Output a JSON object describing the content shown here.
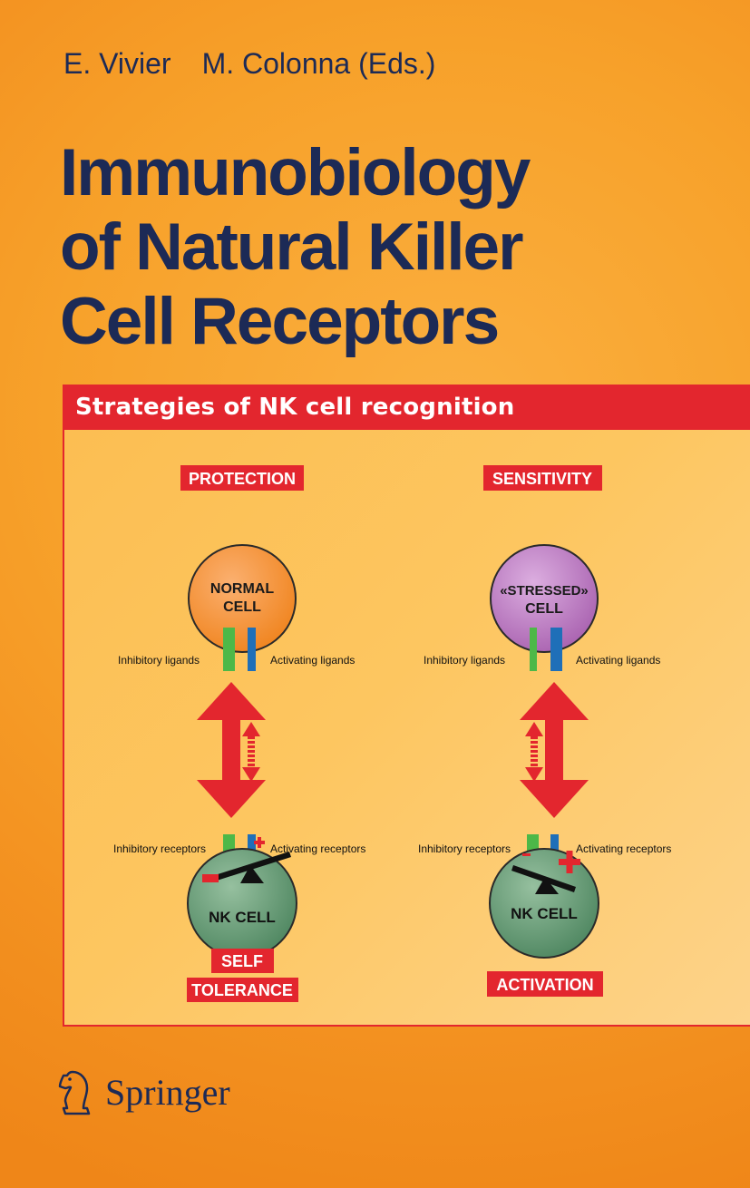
{
  "editors": [
    "E. Vivier",
    "M. Colonna (Eds.)"
  ],
  "title_lines": [
    "Immunobiology",
    "of Natural Killer",
    "Cell Receptors"
  ],
  "figure": {
    "header": "Strategies of NK cell recognition",
    "left": {
      "top_label": "PROTECTION",
      "cell_lines": [
        "NORMAL",
        "CELL"
      ],
      "inhibitory_ligands": "Inhibitory ligands",
      "activating_ligands": "Activating ligands",
      "inhibitory_receptors": "Inhibitory receptors",
      "activating_receptors": "Activating receptors",
      "nk_label": "NK CELL",
      "outcome_lines": [
        "SELF",
        "TOLERANCE"
      ]
    },
    "right": {
      "top_label": "SENSITIVITY",
      "cell_lines": [
        "«STRESSED»",
        "CELL"
      ],
      "inhibitory_ligands": "Inhibitory ligands",
      "activating_ligands": "Activating ligands",
      "inhibitory_receptors": "Inhibitory receptors",
      "activating_receptors": "Activating receptors",
      "nk_label": "NK CELL",
      "outcome_lines": [
        "ACTIVATION"
      ]
    }
  },
  "publisher": "Springer",
  "colors": {
    "title": "#1c2a56",
    "accent_red": "#e3262e",
    "normal_cell": "#f7922f",
    "stressed_cell": "#c486c8",
    "nk_cell": "#6f9e7a",
    "inhibitory_green": "#4db848",
    "activating_blue": "#1f6fb8"
  }
}
